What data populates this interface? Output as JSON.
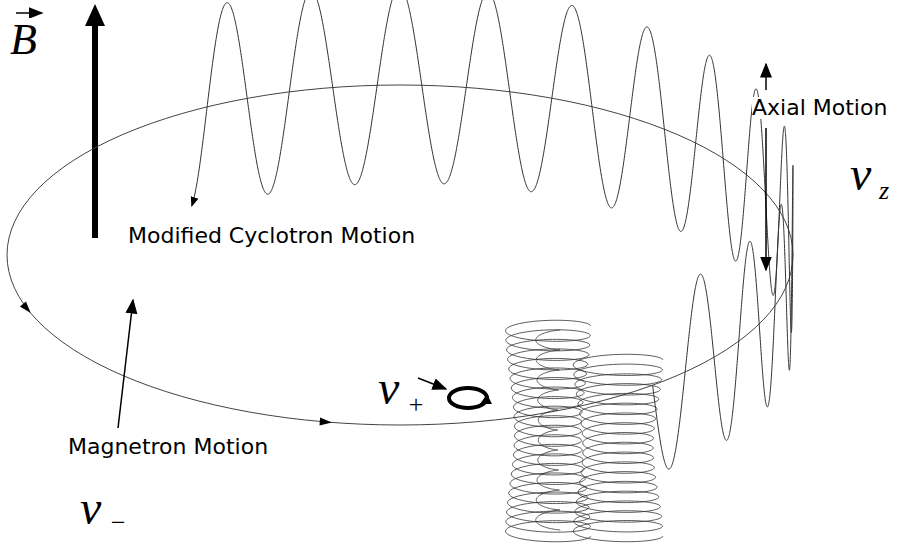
{
  "diagram": {
    "labels": [
      "B",
      "Modified Cyclotron Motion",
      "Axial Motion",
      "ν",
      "z",
      "ν",
      "+",
      "Magnetron Motion",
      "ν",
      "−"
    ]
  }
}
